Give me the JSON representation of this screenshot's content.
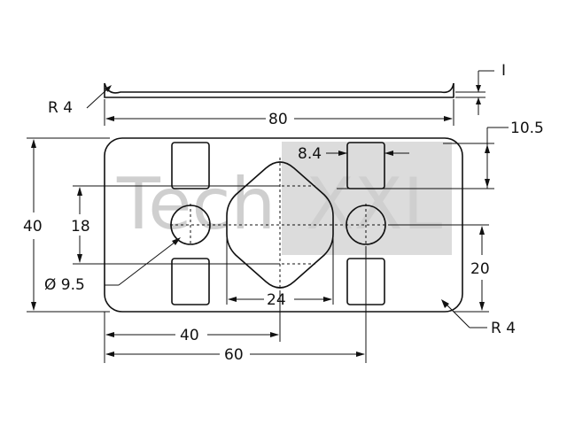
{
  "watermark": {
    "text_left": "Tech",
    "text_right": "XXL",
    "color": "#cfcfcf"
  },
  "dimensions": {
    "side_radius": "R 4",
    "thickness": "I",
    "overall_length": "80",
    "overall_height": "40",
    "edge_to_slot": "10.5",
    "slot_width": "8.4",
    "hole_spacing": "18",
    "hole_diameter": "Ø 9.5",
    "hex_width": "24",
    "hole_height": "20",
    "corner_radius": "R 4",
    "center_offset": "40",
    "hole_to_hole": "60"
  },
  "colors": {
    "line": "#111111",
    "background": "#ffffff"
  }
}
